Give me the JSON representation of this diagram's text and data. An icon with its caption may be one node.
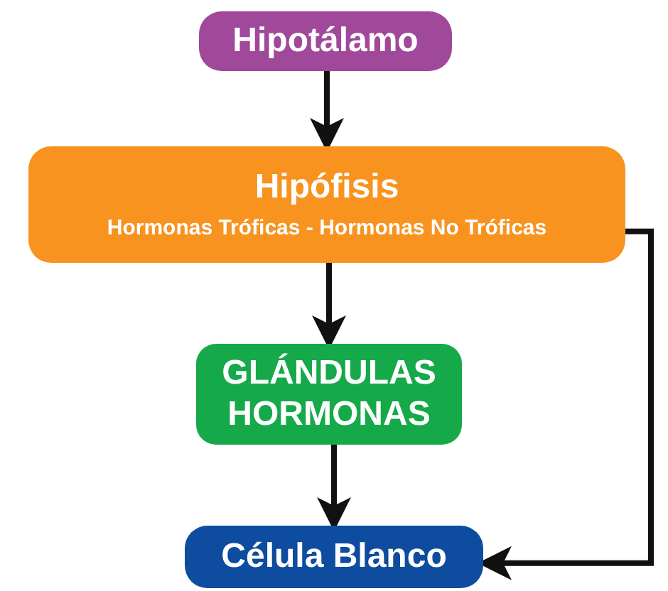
{
  "diagram": {
    "nodes": [
      {
        "text": [
          "Hipotálamo"
        ]
      },
      {
        "text": [
          "Hipófisis",
          "Hormonas Tróficas - Hormonas No Tróficas"
        ]
      },
      {
        "text": [
          "GLÁNDULAS HORMONAS"
        ]
      },
      {
        "text": [
          "Célula Blanco"
        ]
      }
    ],
    "edges": [
      {
        "from": 0,
        "to": 1,
        "arrow": "to"
      },
      {
        "from": 1,
        "to": 2,
        "arrow": "to"
      },
      {
        "from": 2,
        "to": 3,
        "arrow": "to"
      },
      {
        "from": 1,
        "to": 3,
        "arrow": "to"
      }
    ]
  }
}
